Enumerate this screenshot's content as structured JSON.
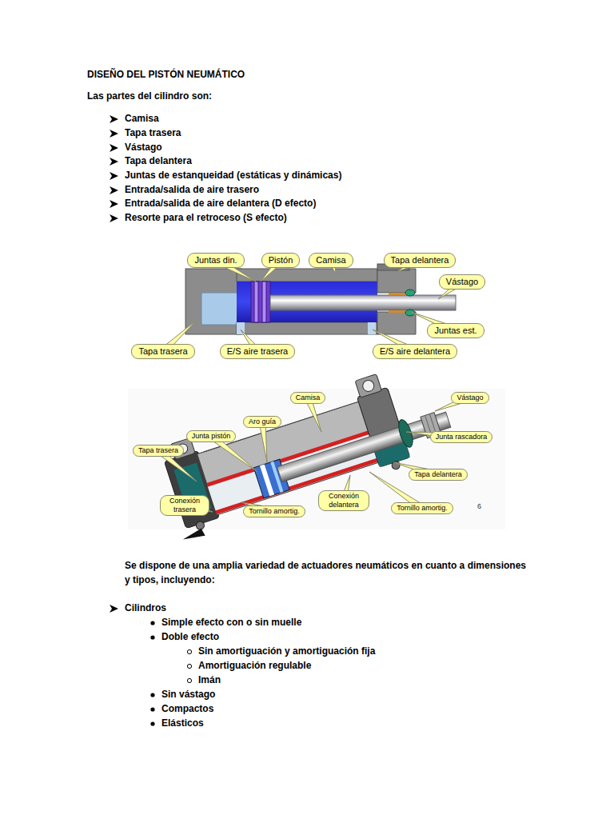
{
  "diagram": {
    "title": "DISEÑO DEL PISTÓN NEUMÁTICO",
    "nodes": [
      {
        "text": [
          "Juntas din."
        ]
      },
      {
        "text": [
          "Pistón"
        ]
      },
      {
        "text": [
          "Camisa"
        ]
      },
      {
        "text": [
          "Tapa delantera"
        ]
      },
      {
        "text": [
          "Vástago"
        ]
      },
      {
        "text": [
          "Juntas est."
        ]
      },
      {
        "text": [
          "Tapa trasera"
        ]
      },
      {
        "text": [
          "E/S aire trasera"
        ]
      },
      {
        "text": [
          "E/S aire delantera"
        ]
      },
      {
        "text": [
          "Camisa"
        ]
      },
      {
        "text": [
          "Vástago"
        ]
      },
      {
        "text": [
          "Aro guía"
        ]
      },
      {
        "text": [
          "Junta pistón"
        ]
      },
      {
        "text": [
          "Tapa trasera"
        ]
      },
      {
        "text": [
          "Junta rascadora"
        ]
      },
      {
        "text": [
          "Tapa delantera"
        ]
      },
      {
        "text": [
          "Conexión trasera"
        ]
      },
      {
        "text": [
          "Conexión delantera"
        ]
      },
      {
        "text": [
          "Tornillo amortig."
        ]
      },
      {
        "text": [
          "Tornillo amortig."
        ]
      }
    ],
    "labels": [
      "Las partes del cilindro son:",
      "Camisa",
      "Tapa trasera",
      "Vástago",
      "Tapa delantera",
      "Juntas de estanqueidad (estáticas y dinámicas)",
      "Entrada/salida de aire trasero",
      "Entrada/salida de aire delantera (D efecto)",
      "Resorte para el retroceso (S efecto)",
      "6",
      "Se dispone de una amplia variedad de actuadores neumáticos en cuanto a dimensiones y tipos, incluyendo:",
      "Cilindros",
      "Simple efecto con o sin muelle",
      "Doble efecto",
      "Sin amortiguación y amortiguación fija",
      "Amortiguación regulable",
      "Imán",
      "Sin vástago",
      "Compactos",
      "Elásticos"
    ]
  }
}
